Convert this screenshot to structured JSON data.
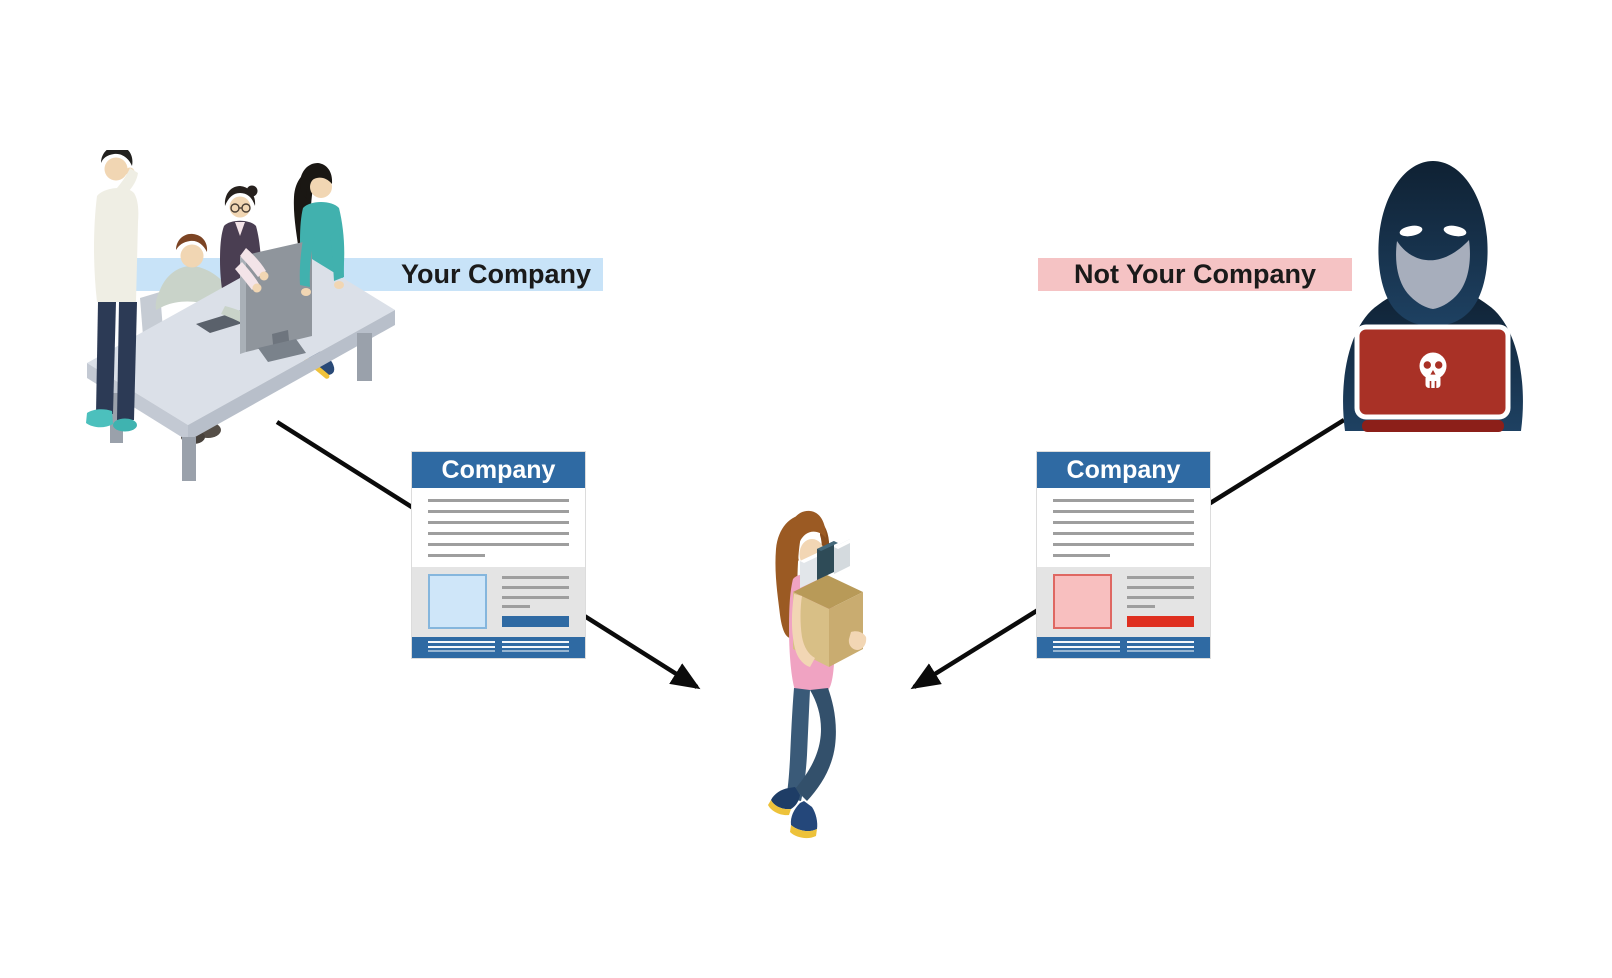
{
  "labels": {
    "your_company": "Your Company",
    "not_your_company": "Not Your Company"
  },
  "documents": {
    "left": {
      "title": "Company",
      "accent": "blue"
    },
    "right": {
      "title": "Company",
      "accent": "red"
    }
  },
  "icons": {
    "team": "team-collaborating-at-desk-illustration",
    "hacker": "hooded-hacker-at-laptop-illustration",
    "skull": "skull-icon",
    "employee": "employee-carrying-box-illustration",
    "arrow_left": "arrow-company-to-employee",
    "arrow_right": "arrow-hacker-to-employee"
  },
  "theme": {
    "band_blue": "#c8e3f8",
    "band_pink": "#f5c3c4",
    "label_text": "#1a1a1a",
    "doc_blue": "#2f6aa3",
    "doc_line": "#9e9e9e",
    "doc_section": "#e4e4e4",
    "doc_img_blue_fill": "#cfe6f9",
    "doc_img_blue_border": "#85b6dd",
    "doc_img_pink_fill": "#f8bfbf",
    "doc_img_pink_border": "#df6762",
    "doc_btn_red": "#df2f1f",
    "arrow": "#0b0b0b",
    "laptop_red": "#a93126",
    "laptop_base": "#8c1f19",
    "shirt_pink": "#f0a3c2"
  }
}
